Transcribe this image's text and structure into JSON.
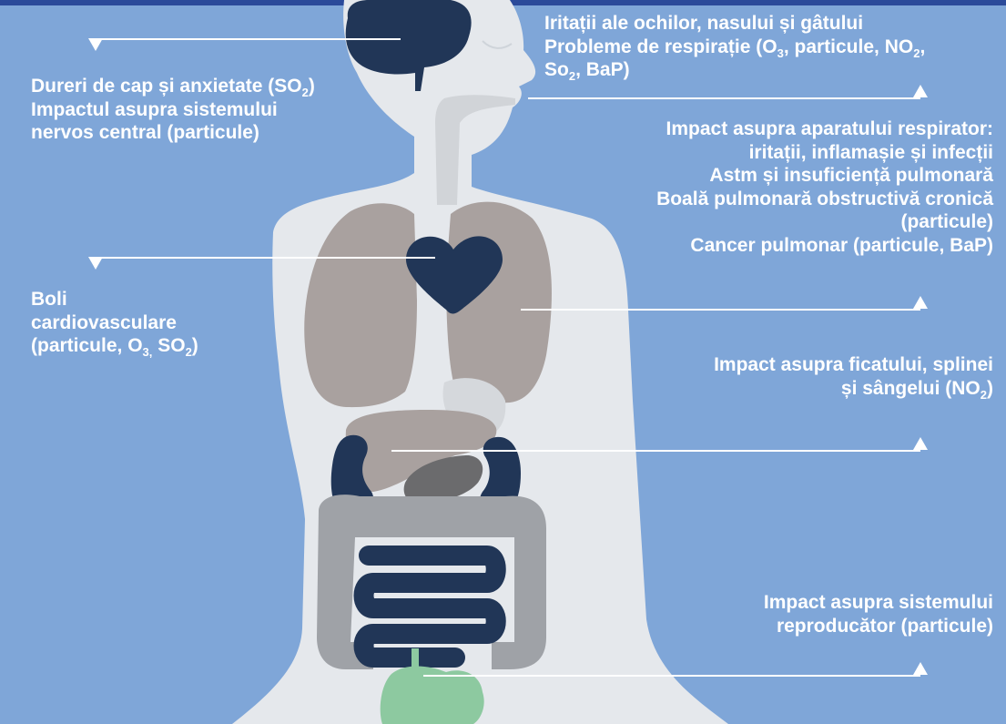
{
  "colors": {
    "background": "#7fa6d8",
    "body": "#e5e8ec",
    "organs_lung": "#a9a19f",
    "organs_dark": "#213657",
    "organs_grey": "#9fa2a7",
    "bladder": "#8dc9a0",
    "pointer": "#ffffff"
  },
  "labels": {
    "head_left": {
      "line1_a": "Dureri de cap și anxietate (SO",
      "line1_sub": "2",
      "line1_b": ")",
      "line2": "Impactul asupra sistemului",
      "line3": "nervos central (particule)"
    },
    "eyes": {
      "line1": "Iritații ale ochilor, nasului și gâtului",
      "line2_a": "Probleme de respirație (O",
      "line2_sub1": "3",
      "line2_b": ", particule, NO",
      "line2_sub2": "2",
      "line2_c": ",",
      "line3_a": "So",
      "line3_sub": "2",
      "line3_b": ", BaP)"
    },
    "respiratory": {
      "line1": "Impact asupra aparatului respirator:",
      "line2": "iritații, inflamașie și infecții",
      "line3": "Astm și insuficiență pulmonară",
      "line4": "Boală pulmonară obstructivă cronică",
      "line5": "(particule)",
      "line6": "Cancer pulmonar (particule, BaP)"
    },
    "cardio": {
      "line1": "Boli",
      "line2": "cardiovasculare",
      "line3_a": "(particule, O",
      "line3_sub1": "3,",
      "line3_b": " SO",
      "line3_sub2": "2",
      "line3_c": ")"
    },
    "liver": {
      "line1": "Impact asupra ficatului, splinei",
      "line2_a": "și sângelui (NO",
      "line2_sub": "2",
      "line2_b": ")"
    },
    "reproductive": {
      "line1": "Impact asupra sistemului",
      "line2": "reproducător (particule)"
    }
  }
}
